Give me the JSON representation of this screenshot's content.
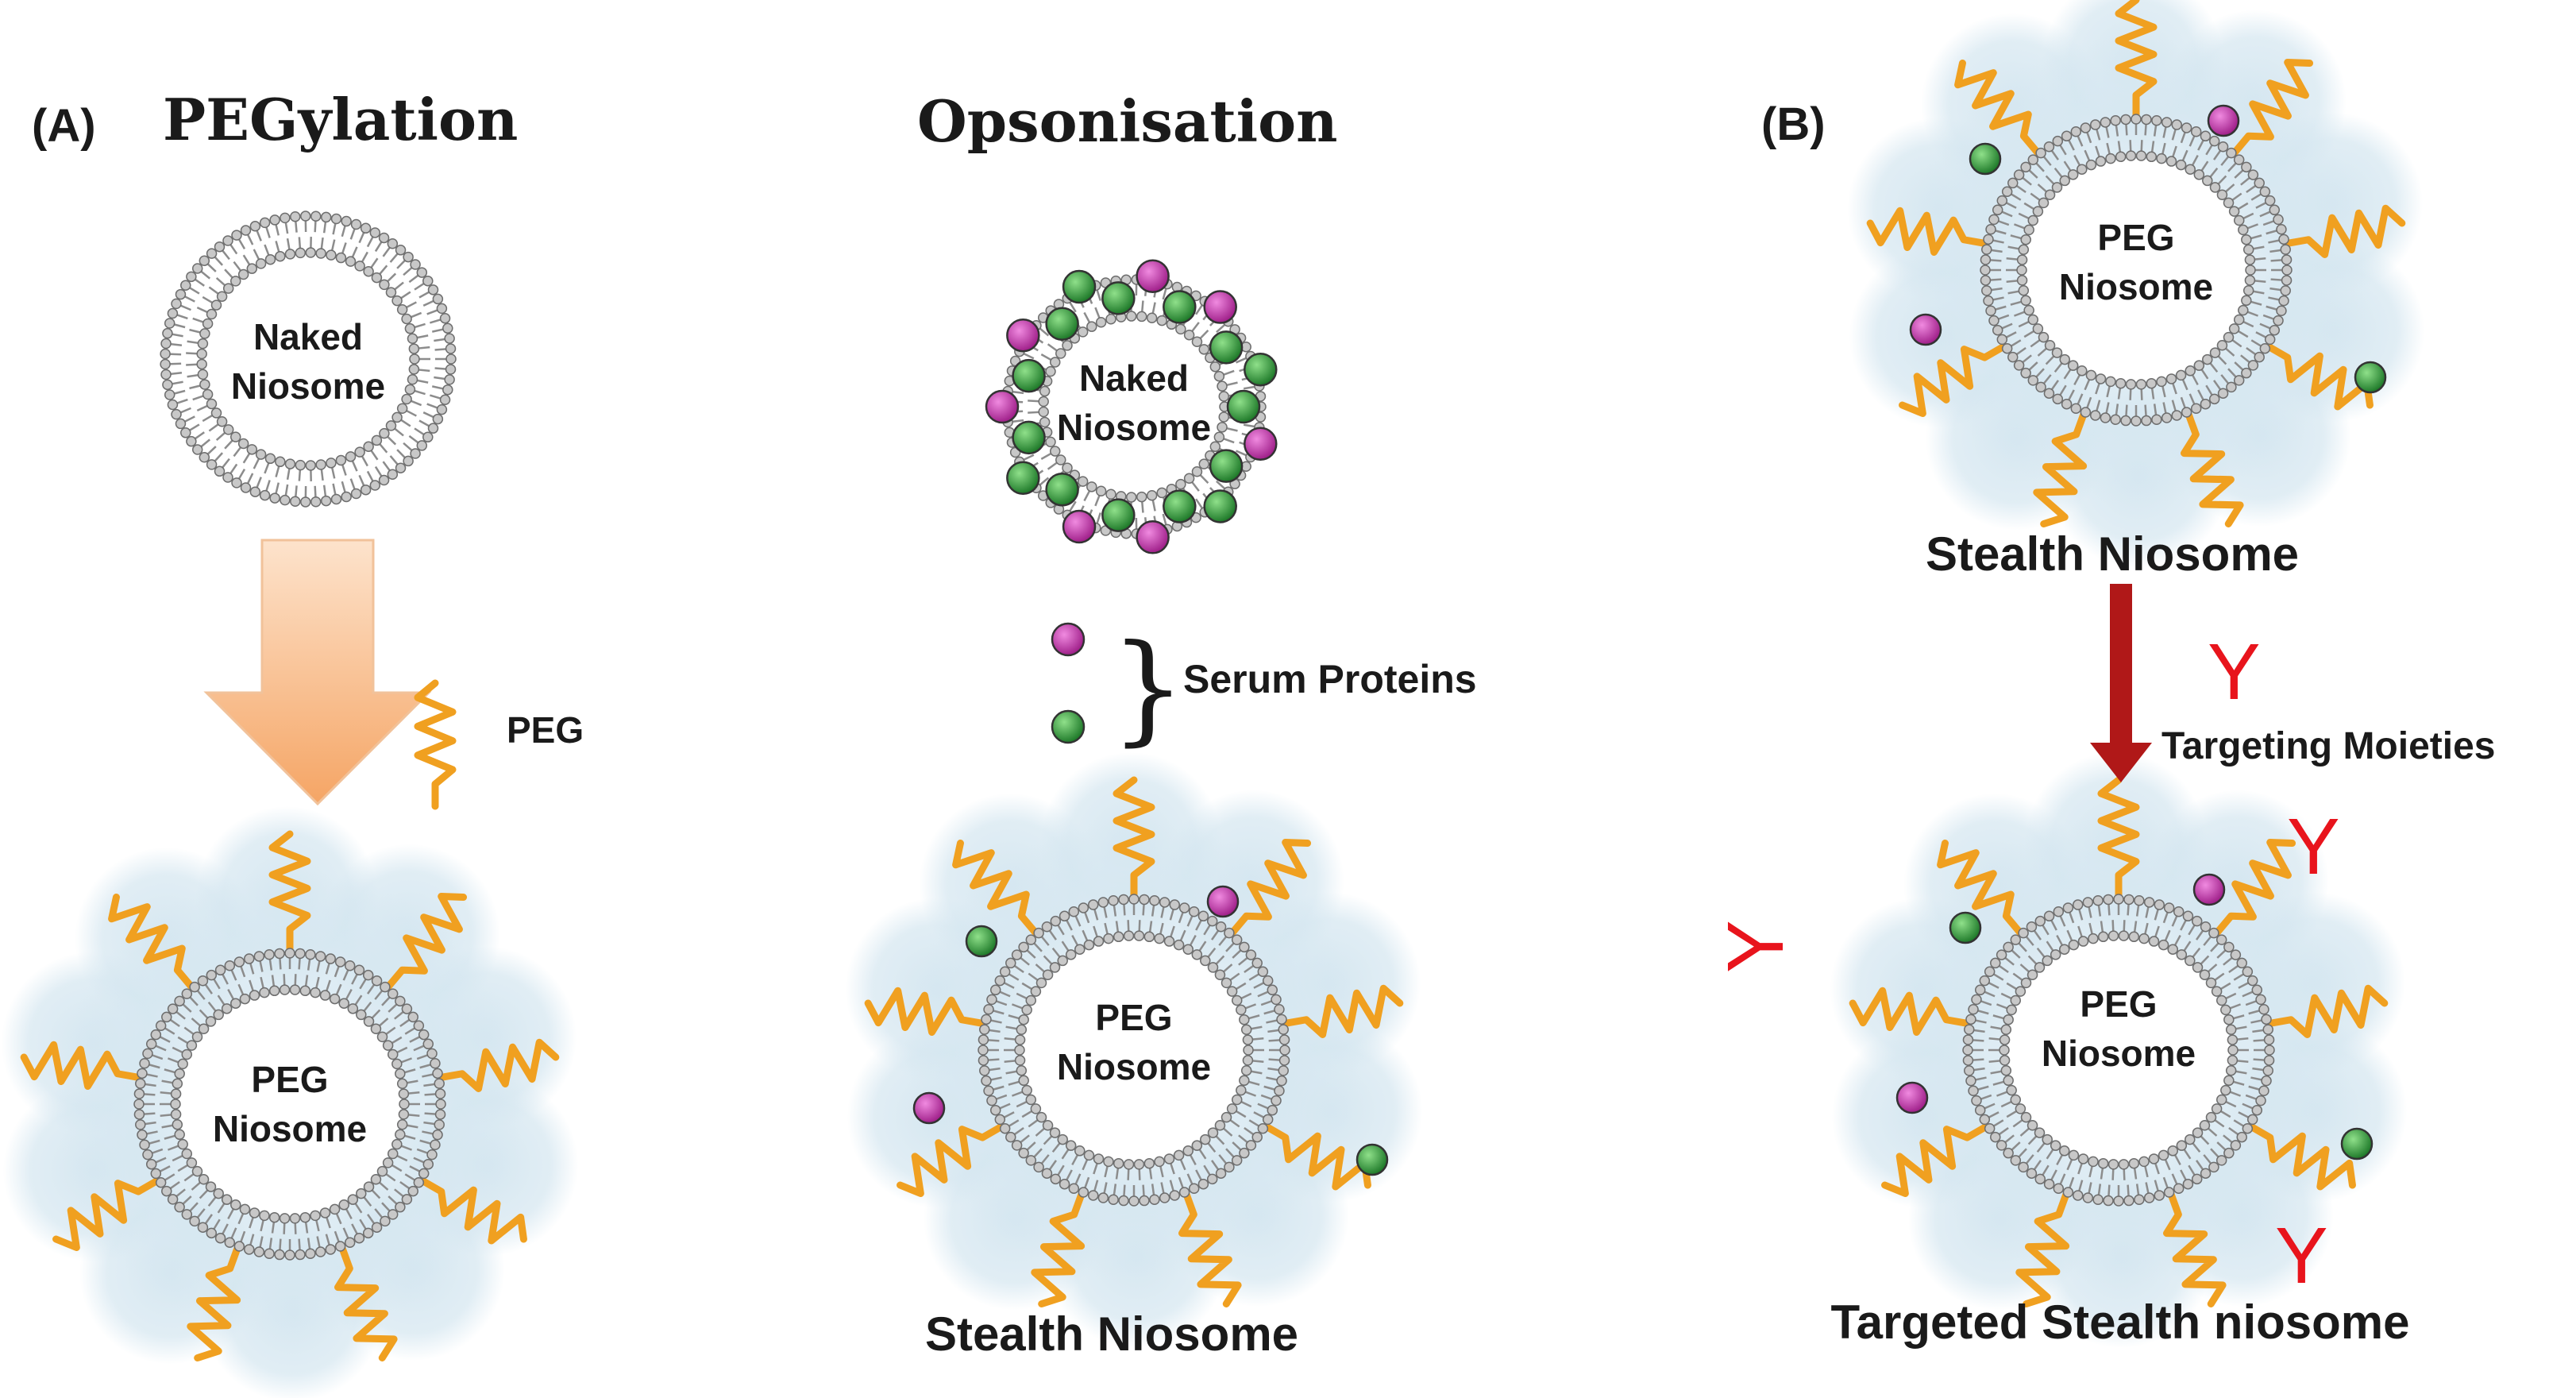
{
  "panels": {
    "a": {
      "label": "(A)",
      "pegylation": {
        "title": "PEGylation",
        "naked_line1": "Naked",
        "naked_line2": "Niosome",
        "peg_label": "PEG",
        "peg_line1": "PEG",
        "peg_line2": "Niosome"
      },
      "opsonisation": {
        "title": "Opsonisation",
        "naked_line1": "Naked",
        "naked_line2": "Niosome",
        "serum_label": "Serum Proteins",
        "peg_line1": "PEG",
        "peg_line2": "Niosome",
        "stealth_caption": "Stealth Niosome"
      }
    },
    "b": {
      "label": "(B)",
      "peg_line1": "PEG",
      "peg_line2": "Niosome",
      "stealth_caption": "Stealth Niosome",
      "ligand_glyph": "Y",
      "targeting_label": "Targeting Moieties",
      "targeted_line1": "PEG",
      "targeted_line2": "Niosome",
      "targeted_caption": "Targeted Stealth niosome"
    }
  },
  "colors": {
    "bilayer": "#8c8c8c",
    "peg": "#f0a020",
    "halo": "#cfe3ee",
    "protein_magenta": "#c23aa8",
    "protein_green": "#2f9a3a",
    "arrow_orange": "#f6b07a",
    "arrow_red": "#b01818",
    "ligand_red": "#e8141c",
    "text": "#1a1a1a"
  }
}
